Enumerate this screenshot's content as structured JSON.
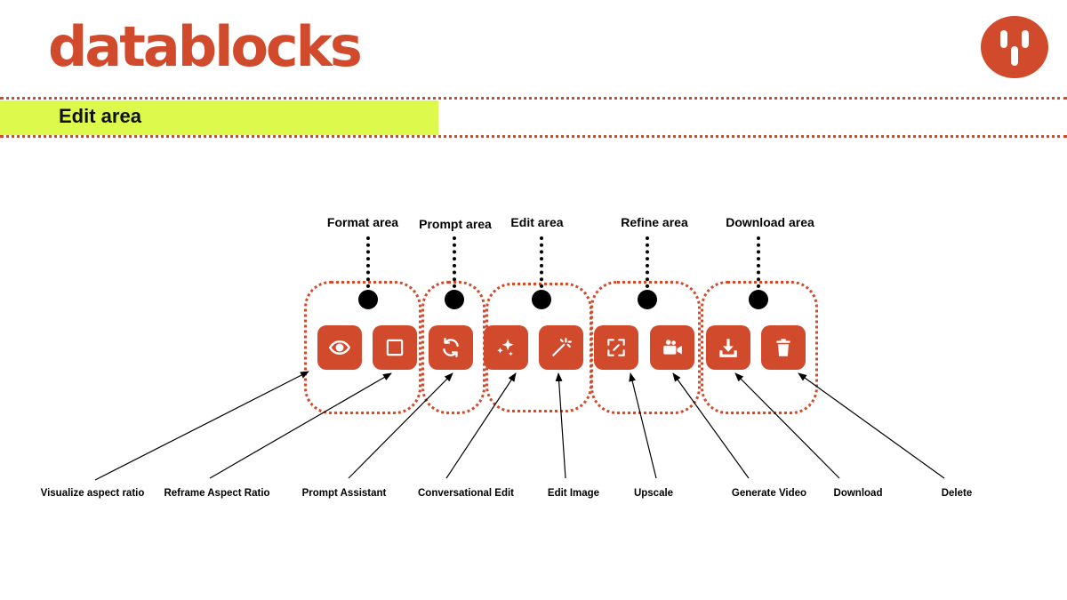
{
  "header": {
    "logo_text": "datablocks",
    "brand_mark": "power-outlet-logo",
    "section_title": "Edit area"
  },
  "areas": {
    "format": "Format area",
    "prompt": "Prompt area",
    "edit": "Edit area",
    "refine": "Refine area",
    "download": "Download area"
  },
  "toolbar": {
    "buttons": [
      {
        "icon": "eye-icon",
        "label": "Visualize aspect ratio"
      },
      {
        "icon": "square-icon",
        "label": "Reframe Aspect Ratio"
      },
      {
        "icon": "refresh-icon",
        "label": "Prompt Assistant"
      },
      {
        "icon": "sparkles-icon",
        "label": "Conversational Edit"
      },
      {
        "icon": "magic-wand-icon",
        "label": "Edit Image"
      },
      {
        "icon": "expand-icon",
        "label": "Upscale"
      },
      {
        "icon": "video-camera-icon",
        "label": "Generate Video"
      },
      {
        "icon": "download-icon",
        "label": "Download"
      },
      {
        "icon": "trash-icon",
        "label": "Delete"
      }
    ]
  },
  "colors": {
    "brand": "#d24a2c",
    "highlight": "#ddfa4c",
    "icon": "#ffffff"
  }
}
